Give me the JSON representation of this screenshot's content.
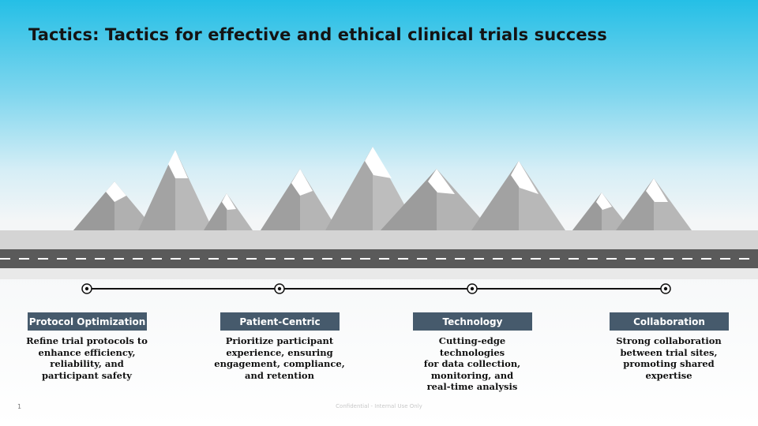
{
  "title": "Tactics: Tactics for effective and ethical clinical trials success",
  "tactics": [
    {
      "label": "Protocol Optimization",
      "description": "Refine trial protocols to\nenhance efficiency,\nreliability, and\nparticipant safety"
    },
    {
      "label": "Patient-Centric",
      "description": "Prioritize participant\nexperience, ensuring\nengagement, compliance,\nand retention"
    },
    {
      "label": "Technology",
      "description": "Cutting-edge technologies\nfor data collection,\nmonitoring, and\nreal-time analysis"
    },
    {
      "label": "Collaboration",
      "description": "Strong collaboration\nbetween trial sites,\npromoting shared expertise"
    }
  ],
  "footer": {
    "page_number": "1",
    "confidentiality": "Confidential - Internal Use Only"
  },
  "colors": {
    "sky_top": "#25bfe6",
    "label_bg": "#465a6c",
    "road": "#5a5a5a",
    "ground": "#d4d4d4"
  }
}
